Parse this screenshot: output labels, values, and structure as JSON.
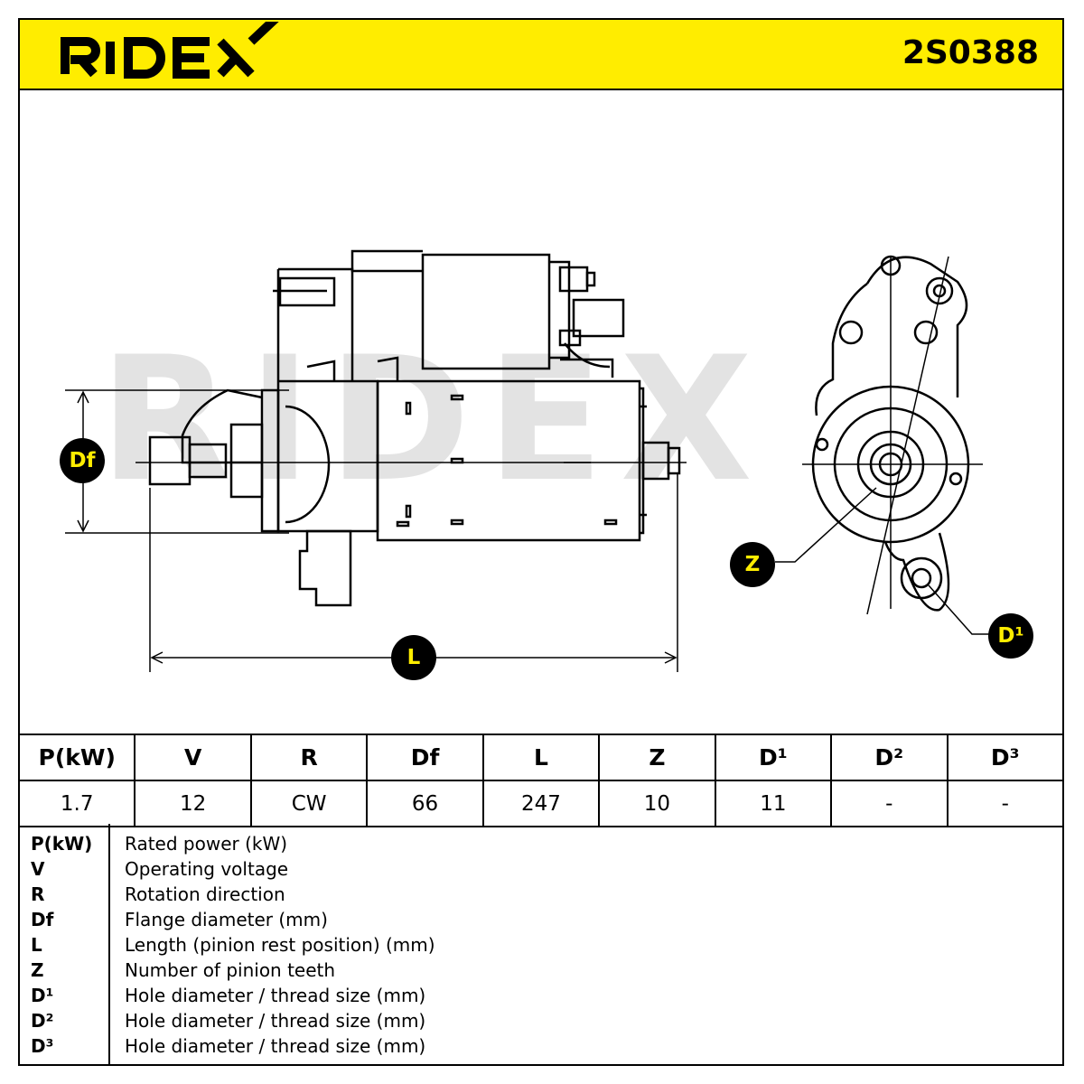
{
  "header": {
    "brand": "RIDEX",
    "part_number": "2S0388"
  },
  "colors": {
    "header_bg": "#ffed00",
    "badge_bg": "#000000",
    "badge_text": "#ffed00",
    "watermark": "#e3e3e3"
  },
  "drawing": {
    "watermark": "RIDEX",
    "labels": {
      "df": "Df",
      "l": "L",
      "z": "Z",
      "d1": "D¹"
    }
  },
  "spec_table": {
    "headers": [
      "P(kW)",
      "V",
      "R",
      "Df",
      "L",
      "Z",
      "D¹",
      "D²",
      "D³"
    ],
    "values": [
      "1.7",
      "12",
      "CW",
      "66",
      "247",
      "10",
      "11",
      "-",
      "-"
    ]
  },
  "legend": [
    {
      "key": "P(kW)",
      "desc": "Rated power (kW)"
    },
    {
      "key": "V",
      "desc": "Operating voltage"
    },
    {
      "key": "R",
      "desc": "Rotation direction"
    },
    {
      "key": "Df",
      "desc": "Flange diameter (mm)"
    },
    {
      "key": "L",
      "desc": "Length (pinion rest position) (mm)"
    },
    {
      "key": "Z",
      "desc": "Number of pinion teeth"
    },
    {
      "key": "D¹",
      "desc": "Hole diameter / thread size (mm)"
    },
    {
      "key": "D²",
      "desc": "Hole diameter / thread size (mm)"
    },
    {
      "key": "D³",
      "desc": "Hole diameter / thread size (mm)"
    }
  ]
}
